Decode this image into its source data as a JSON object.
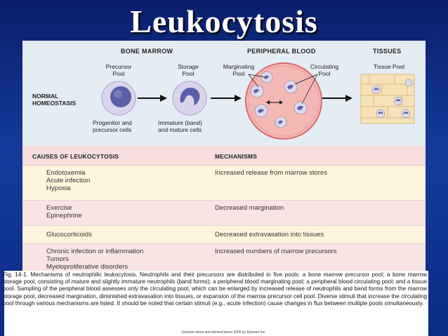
{
  "title": "Leukocytosis",
  "diagram": {
    "sections": {
      "bone_marrow": "BONE MARROW",
      "peripheral_blood": "PERIPHERAL BLOOD",
      "tissues": "TISSUES"
    },
    "pools": {
      "precursor": "Precursor\nPool",
      "storage": "Storage\nPool",
      "marginating": "Marginating\nPool",
      "circulating": "Circulating\nPool",
      "tissue": "Tissue Pool"
    },
    "row_label": "NORMAL\nHOMEOSTASIS",
    "cell_labels": {
      "progenitor": "Progenitor and\nprecursor cells",
      "immature": "Immature (band)\nand mature cells"
    }
  },
  "table": {
    "headers": {
      "causes": "CAUSES OF LEUKOCYTOSIS",
      "mechanisms": "MECHANISMS"
    },
    "rows": [
      {
        "causes": "Endotoxemia\nAcute infection\nHypoxia",
        "mechanism": "Increased release from marrow stores"
      },
      {
        "causes": "Exercise\nEpinephrine",
        "mechanism": "Decreased margination"
      },
      {
        "causes": "Glucocorticoids",
        "mechanism": "Decreased extravasation into tissues"
      },
      {
        "causes": "Chronic infection or inflammation\nTumors\nMyeloproliferative disorders",
        "mechanism": "Increased numbers of marrow precursors"
      }
    ]
  },
  "caption": "Fig. 14-1. Mechanisms of neutrophilic leukocytosis. Neutrophils and their precursors are distributed in five pools: a bone marrow precursor pool; a bone marrow storage pool, consisting of mature and slightly immature neutrophils (band forms); a peripheral blood marginating pool; a peripheral blood circulating pool; and a tissue pool. Sampling of the peripheral blood assesses only the circulating pool, which can be enlarged by increased release of neutrophils and band forms from the marrow storage pool, decreased margination, diminished extravasation into tissues, or expansion of the marrow precursor cell pool. Diverse stimuli that increase the circulating pool through various mechanisms are listed. It should be noted that certain stimuli (e.g., acute infection) cause changes in flux between multiple pools simultaneously.",
  "credit": "Elsevier items and derived items 2005 by Elsevier Inc.",
  "colors": {
    "background": "#0c2c85",
    "blood_vessel": "#e8888a",
    "cell_nucleus": "#5a5fa8",
    "tissue": "#f6e2b8",
    "table_pink": "#f9e4e4",
    "table_yellow": "#fdf5dc"
  }
}
